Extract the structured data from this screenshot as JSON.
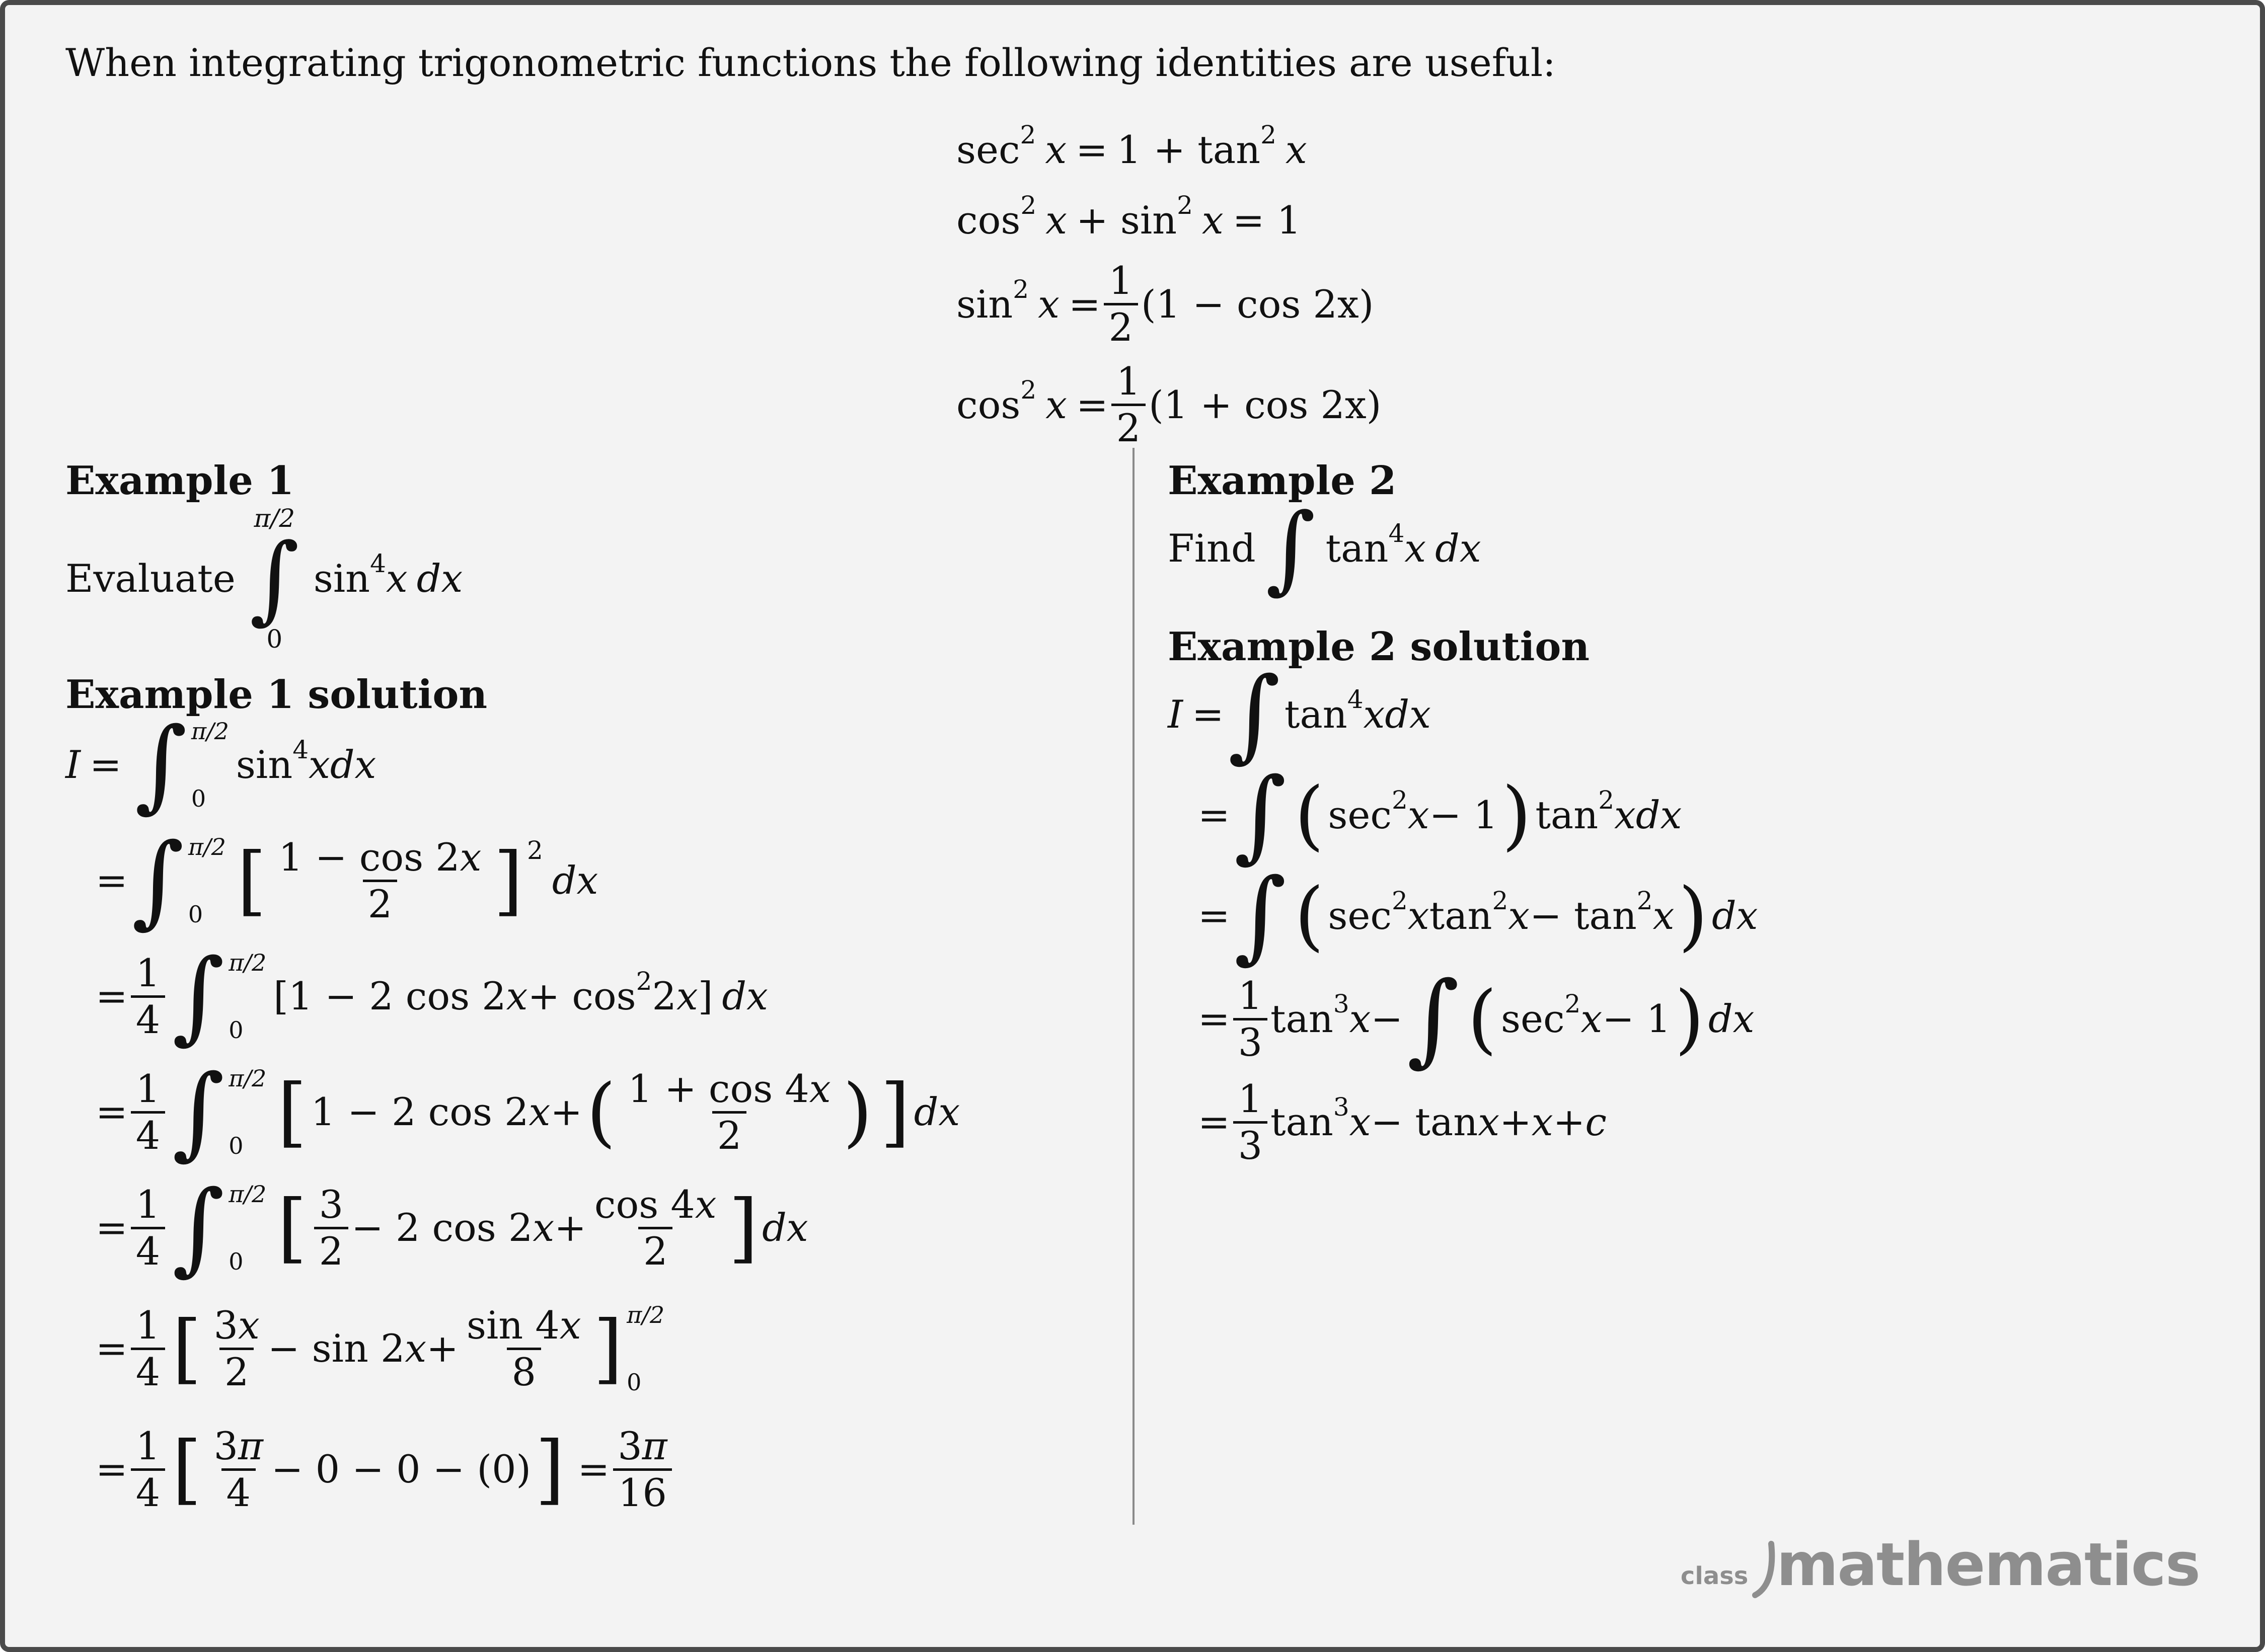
{
  "intro": "When integrating trigonometric functions the following identities are useful:",
  "identities": {
    "id1_lhs": "sec",
    "id1_rhs": "1 + tan",
    "id2_a": "cos",
    "id2_b": "+ sin",
    "id2_c": "= 1",
    "id3_lhs": "sin",
    "id3_rhs": "(1 − cos 2x)",
    "id4_lhs": "cos",
    "id4_rhs": "(1 + cos 2x)"
  },
  "example1": {
    "heading": "Example 1",
    "prompt": "Evaluate",
    "upper": "π/2",
    "lower": "0",
    "integrand": "sin",
    "solution_heading": "Example 1 solution"
  },
  "example2": {
    "heading": "Example 2",
    "prompt": "Find",
    "integrand": "tan",
    "solution_heading": "Example 2 solution"
  },
  "brand": {
    "prefix": "class",
    "name": "mathematics"
  }
}
